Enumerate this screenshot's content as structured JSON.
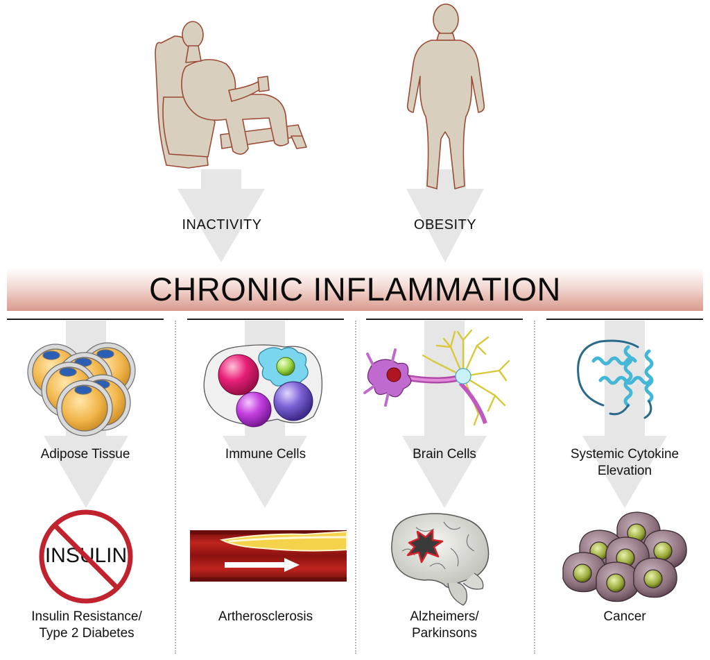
{
  "top": {
    "left_label": "INACTIVITY",
    "right_label": "OBESITY"
  },
  "banner": {
    "title": "CHRONIC INFLAMMATION",
    "color_top": "#ffffff",
    "color_bottom": "#d99a8c"
  },
  "columns": [
    {
      "mid_label": "Adipose Tissue",
      "bottom_label_line1": "Insulin Resistance/",
      "bottom_label_line2": "Type 2 Diabetes",
      "sign_text": "INSULIN"
    },
    {
      "mid_label": "Immune Cells",
      "bottom_label_line1": "Artherosclerosis",
      "bottom_label_line2": ""
    },
    {
      "mid_label": "Brain Cells",
      "bottom_label_line1": "Alzheimers/",
      "bottom_label_line2": "Parkinsons"
    },
    {
      "mid_label_line1": "Systemic Cytokine",
      "mid_label_line2": "Elevation",
      "bottom_label_line1": "Cancer",
      "bottom_label_line2": ""
    }
  ],
  "icons": {
    "person_in_chair": "sedentary-person-icon",
    "standing_person": "obese-person-icon",
    "fat_cells": "adipose-cells-icon",
    "immune_cells": "immune-cells-icon",
    "neuron": "neuron-icon",
    "cytokine": "cytokine-protein-icon",
    "no_insulin": "no-insulin-sign-icon",
    "artery": "artery-plaque-icon",
    "brain": "damaged-brain-icon",
    "cancer": "cancer-cells-icon"
  },
  "colors": {
    "arrow": "#e6e6e6",
    "figure_fill": "#d8cfbf",
    "figure_stroke": "#9a4a32",
    "no_sign": "#c0222e"
  }
}
